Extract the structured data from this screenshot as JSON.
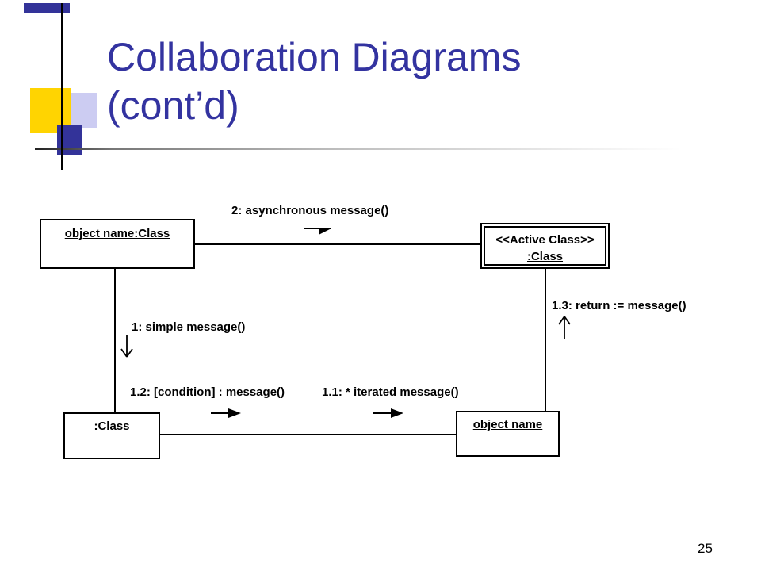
{
  "slide": {
    "title_line1": "Collaboration Diagrams",
    "title_line2": "(cont’d)",
    "page_number": "25"
  },
  "colors": {
    "title_blue": "#3333A0",
    "deco_yellow": "#FFD401",
    "deco_lavender": "#CCCCF2",
    "deco_navy": "#333399",
    "diagram_ink": "#000000"
  },
  "diagram": {
    "boxes": {
      "top_left_label": "object name:Class",
      "active_class_stereotype": "<<Active Class>>",
      "active_class_name": ":Class",
      "bottom_left_label": ":Class",
      "bottom_right_label": "object name"
    },
    "messages": {
      "asynchronous": "2: asynchronous message()",
      "simple": "1: simple message()",
      "conditional": "1.2: [condition] : message()",
      "iterated": "1.1: * iterated message()",
      "return": "1.3: return := message()"
    },
    "arrows": [
      {
        "name": "asynchronous-arrow",
        "style": "half-solid-head",
        "direction": "right"
      },
      {
        "name": "simple-arrow",
        "style": "open-head",
        "direction": "down"
      },
      {
        "name": "conditional-arrow",
        "style": "solid-head",
        "direction": "right"
      },
      {
        "name": "iterated-arrow",
        "style": "solid-head",
        "direction": "right"
      },
      {
        "name": "return-arrow",
        "style": "open-head",
        "direction": "up"
      }
    ]
  }
}
